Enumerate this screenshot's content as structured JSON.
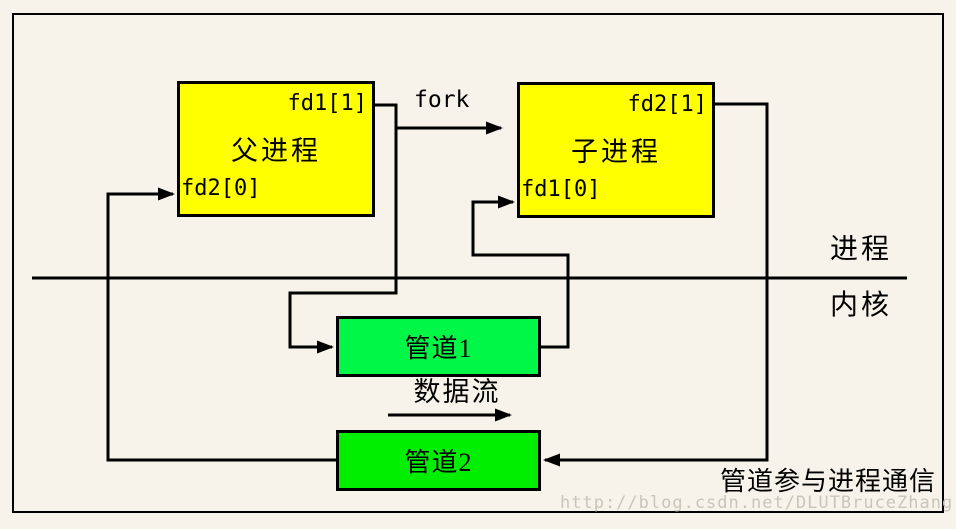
{
  "colors": {
    "background": "#f7f3ea",
    "process_box": "#ffff00",
    "pipe1_box": "#00f747",
    "pipe2_box": "#00ee00",
    "line": "#000000",
    "watermark_text": "#c9c5bd"
  },
  "parent_process": {
    "name": "父进程",
    "fd_write": "fd1[1]",
    "fd_read": "fd2[0]"
  },
  "child_process": {
    "name": "子进程",
    "fd_write": "fd2[1]",
    "fd_read": "fd1[0]"
  },
  "fork_label": "fork",
  "boundary": {
    "user_side": "进程",
    "kernel_side": "内核"
  },
  "pipe1": {
    "label": "管道1"
  },
  "pipe2": {
    "label": "管道2"
  },
  "data_flow": {
    "label": "数据流"
  },
  "caption": "管道参与进程通信",
  "watermark": "http://blog.csdn.net/DLUTBruceZhang"
}
